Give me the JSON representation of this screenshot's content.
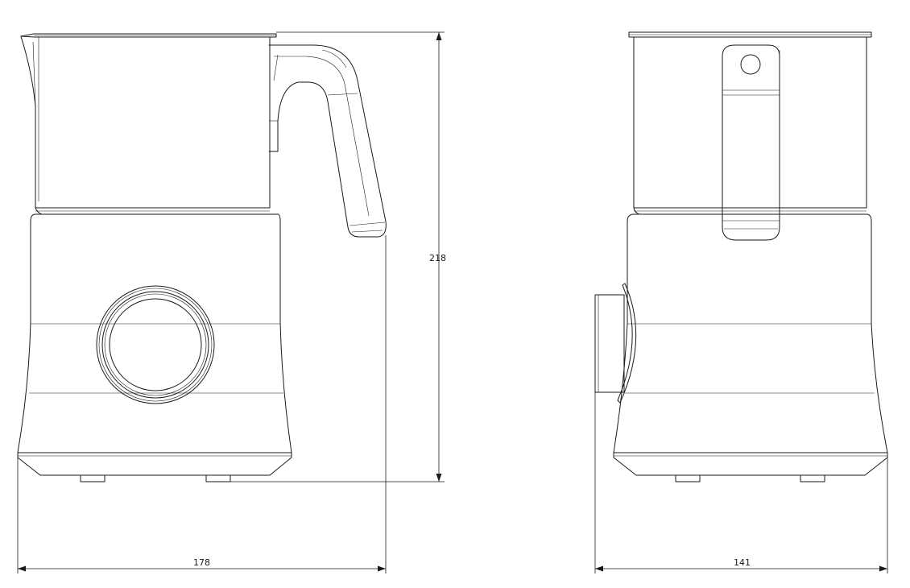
{
  "dimensions": {
    "height_label": "218",
    "front_width_label": "178",
    "side_width_label": "141"
  }
}
